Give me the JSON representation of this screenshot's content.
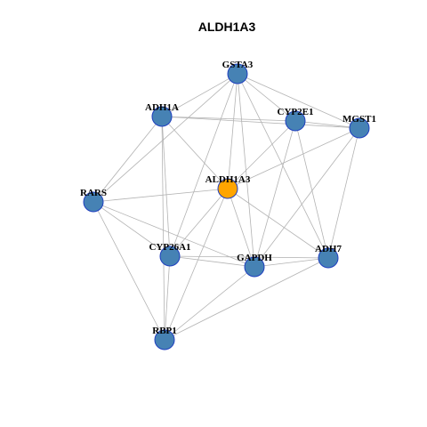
{
  "title": "ALDH1A3",
  "colors": {
    "node_default": "#4682B4",
    "node_highlight": "#FFA500",
    "node_border": "#1F3FBF",
    "edge": "#B3B3B3"
  },
  "nodes": [
    {
      "id": "ALDH1A3",
      "label": "ALDH1A3",
      "highlight": true
    },
    {
      "id": "GSTA3",
      "label": "GSTA3",
      "highlight": false
    },
    {
      "id": "ADH1A",
      "label": "ADH1A",
      "highlight": false
    },
    {
      "id": "CYP2E1",
      "label": "CYP2E1",
      "highlight": false
    },
    {
      "id": "MGST1",
      "label": "MGST1",
      "highlight": false
    },
    {
      "id": "RARS",
      "label": "RARS",
      "highlight": false
    },
    {
      "id": "CYP26A1",
      "label": "CYP26A1",
      "highlight": false
    },
    {
      "id": "GAPDH",
      "label": "GAPDH",
      "highlight": false
    },
    {
      "id": "ADH7",
      "label": "ADH7",
      "highlight": false
    },
    {
      "id": "RBP1",
      "label": "RBP1",
      "highlight": false
    }
  ],
  "edges": [
    [
      "GSTA3",
      "ADH1A"
    ],
    [
      "GSTA3",
      "RARS"
    ],
    [
      "GSTA3",
      "CYP2E1"
    ],
    [
      "GSTA3",
      "MGST1"
    ],
    [
      "GSTA3",
      "ALDH1A3"
    ],
    [
      "GSTA3",
      "CYP26A1"
    ],
    [
      "GSTA3",
      "GAPDH"
    ],
    [
      "GSTA3",
      "ADH7"
    ],
    [
      "ADH1A",
      "CYP2E1"
    ],
    [
      "ADH1A",
      "MGST1"
    ],
    [
      "ADH1A",
      "RARS"
    ],
    [
      "ADH1A",
      "ALDH1A3"
    ],
    [
      "ADH1A",
      "CYP26A1"
    ],
    [
      "ADH1A",
      "RBP1"
    ],
    [
      "CYP2E1",
      "MGST1"
    ],
    [
      "CYP2E1",
      "ALDH1A3"
    ],
    [
      "CYP2E1",
      "GAPDH"
    ],
    [
      "CYP2E1",
      "ADH7"
    ],
    [
      "MGST1",
      "ALDH1A3"
    ],
    [
      "MGST1",
      "GAPDH"
    ],
    [
      "MGST1",
      "ADH7"
    ],
    [
      "RARS",
      "ALDH1A3"
    ],
    [
      "RARS",
      "CYP26A1"
    ],
    [
      "RARS",
      "GAPDH"
    ],
    [
      "RARS",
      "RBP1"
    ],
    [
      "ALDH1A3",
      "CYP26A1"
    ],
    [
      "ALDH1A3",
      "GAPDH"
    ],
    [
      "ALDH1A3",
      "ADH7"
    ],
    [
      "ALDH1A3",
      "RBP1"
    ],
    [
      "CYP26A1",
      "GAPDH"
    ],
    [
      "CYP26A1",
      "ADH7"
    ],
    [
      "CYP26A1",
      "RBP1"
    ],
    [
      "GAPDH",
      "ADH7"
    ],
    [
      "GAPDH",
      "RBP1"
    ],
    [
      "ADH7",
      "RBP1"
    ]
  ]
}
